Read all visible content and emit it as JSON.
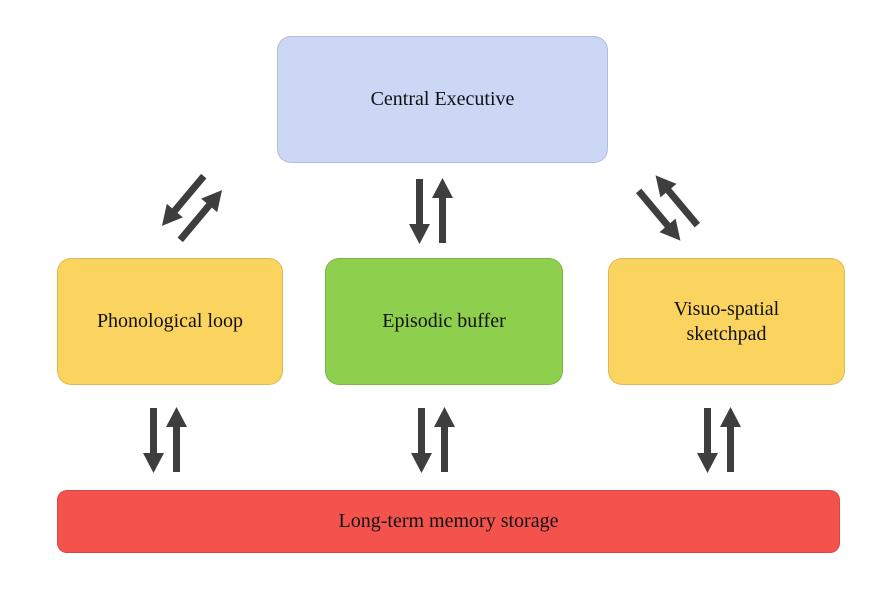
{
  "boxes": {
    "central_executive": {
      "label": "Central Executive",
      "color": "#ccd7f6"
    },
    "phonological_loop": {
      "label": "Phonological loop",
      "color": "#fbd35f"
    },
    "episodic_buffer": {
      "label": "Episodic buffer",
      "color": "#8ed04e"
    },
    "visuo_spatial_sketchpad": {
      "label": "Visuo-spatial sketchpad",
      "color": "#fbd35f"
    },
    "long_term_memory": {
      "label": "Long-term memory storage",
      "color": "#f4534d"
    }
  },
  "arrows": {
    "color": "#3e3e3e"
  }
}
